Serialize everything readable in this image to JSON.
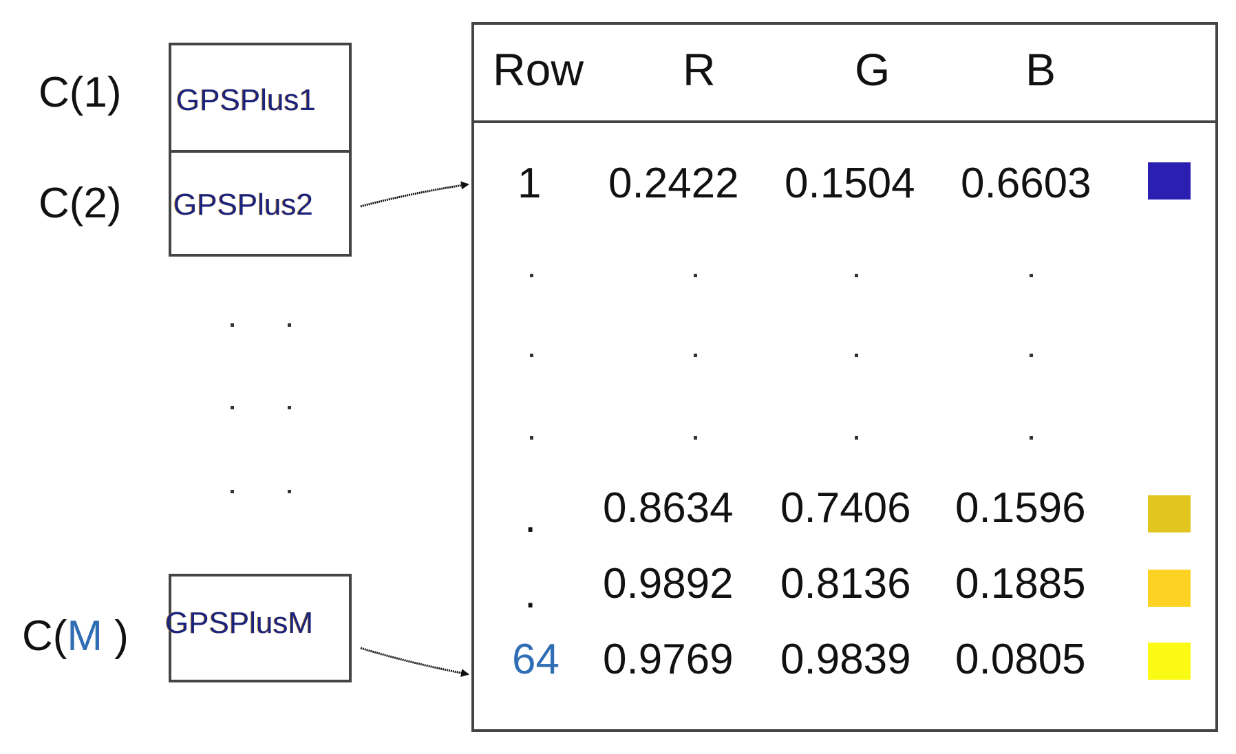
{
  "left": {
    "labels": {
      "c1": "C(1)",
      "c2": "C(2)",
      "cm_prefix": "C(",
      "cm_letter": "M",
      "cm_suffix": " )"
    },
    "boxes": {
      "box1": "GPSPlus1",
      "box2": "GPSPlus2",
      "boxm": "GPSPlusM"
    }
  },
  "table": {
    "headers": {
      "row": "Row",
      "r": "R",
      "g": "G",
      "b": "B"
    },
    "rows": [
      {
        "row": "1",
        "r": "0.2422",
        "g": "0.1504",
        "b": "0.6603",
        "color": "#2a1fb0"
      },
      {
        "row": ".",
        "r": "0.8634",
        "g": "0.7406",
        "b": "0.1596",
        "color": "#e0c61f"
      },
      {
        "row": ".",
        "r": "0.9892",
        "g": "0.8136",
        "b": "0.1885",
        "color": "#fcd323"
      },
      {
        "row": "64",
        "r": "0.9769",
        "g": "0.9839",
        "b": "0.0805",
        "color": "#fafa14"
      }
    ],
    "ellipsis": "."
  },
  "colors": {
    "border": "#444444",
    "accent_blue": "#2f6db5"
  }
}
